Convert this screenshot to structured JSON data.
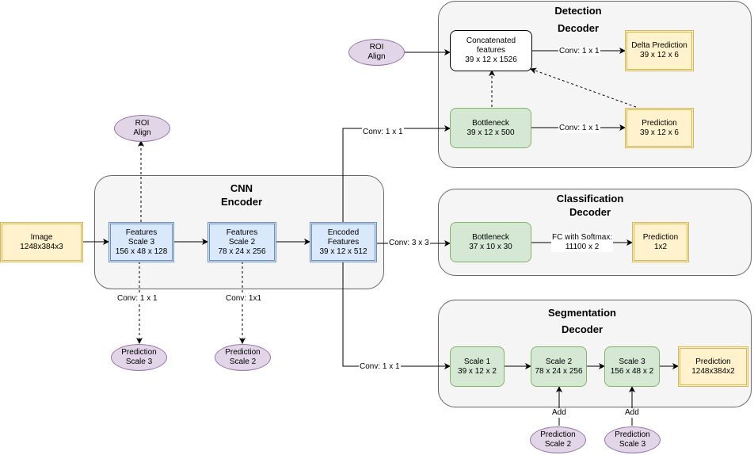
{
  "groups": {
    "cnn": {
      "title_1": "CNN",
      "title_2": "Encoder"
    },
    "detection": {
      "title_1": "Detection",
      "title_2": "Decoder"
    },
    "classification": {
      "title_1": "Classification",
      "title_2": "Decoder"
    },
    "segmentation": {
      "title_1": "Segmentation",
      "title_2": "Decoder"
    }
  },
  "nodes": {
    "image": [
      "Image",
      "1248x384x3"
    ],
    "feat3": [
      "Features",
      "Scale 3",
      "156 x 48 x 128"
    ],
    "feat2": [
      "Features",
      "Scale 2",
      "78 x 24 x 256"
    ],
    "encoded": [
      "Encoded",
      "Features",
      "39 x 12 x 512"
    ],
    "roi_top": [
      "ROI",
      "Align"
    ],
    "pred_s3": [
      "Prediction",
      "Scale 3"
    ],
    "pred_s2": [
      "Prediction",
      "Scale 2"
    ],
    "roi_det": [
      "ROI",
      "Align"
    ],
    "concat": [
      "Concatenated",
      "features",
      "39 x 12 x 1526"
    ],
    "delta": [
      "Delta Prediction",
      "39 x 12 x 6"
    ],
    "det_bottleneck": [
      "Bottleneck",
      "39 x 12 x 500"
    ],
    "det_pred": [
      "Prediction",
      "39 x 12 x 6"
    ],
    "cls_bottleneck": [
      "Bottleneck",
      "37 x 10 x 30"
    ],
    "cls_pred": [
      "Prediction",
      "1x2"
    ],
    "seg_scale1": [
      "Scale 1",
      "39 x 12 x 2"
    ],
    "seg_scale2": [
      "Scale 2",
      "78 x 24 x 256"
    ],
    "seg_scale3": [
      "Scale 3",
      "156 x 48 x 2"
    ],
    "seg_pred": [
      "Prediction",
      "1248x384x2"
    ],
    "seg_pred_s2": [
      "Prediction",
      "Scale 2"
    ],
    "seg_pred_s3": [
      "Prediction",
      "Scale 3"
    ]
  },
  "edge_labels": {
    "conv_1x1_scale3": "Conv: 1 x 1",
    "conv_1x1_scale2": "Conv: 1x1",
    "conv_to_detection": "Conv: 1 x 1",
    "conv_to_classification": "Conv: 3 x 3",
    "conv_to_segmentation": "Conv: 1 x 1",
    "conv_delta": "Conv: 1 x 1",
    "conv_det_pred": "Conv: 1 x 1",
    "fc_softmax": [
      "FC with Softmax:",
      "11100 x 2"
    ],
    "add_scale2": "Add",
    "add_scale3": "Add"
  },
  "colors": {
    "yellow_fill": "#fff2cc",
    "yellow_stroke": "#d6b656",
    "blue_fill": "#dae8fc",
    "blue_stroke": "#6c8ebf",
    "green_fill": "#d5e8d4",
    "green_stroke": "#82b366",
    "purple_fill": "#e1d5e7",
    "purple_stroke": "#9673a6",
    "group_fill": "#f5f5f5",
    "group_stroke": "#666666"
  }
}
